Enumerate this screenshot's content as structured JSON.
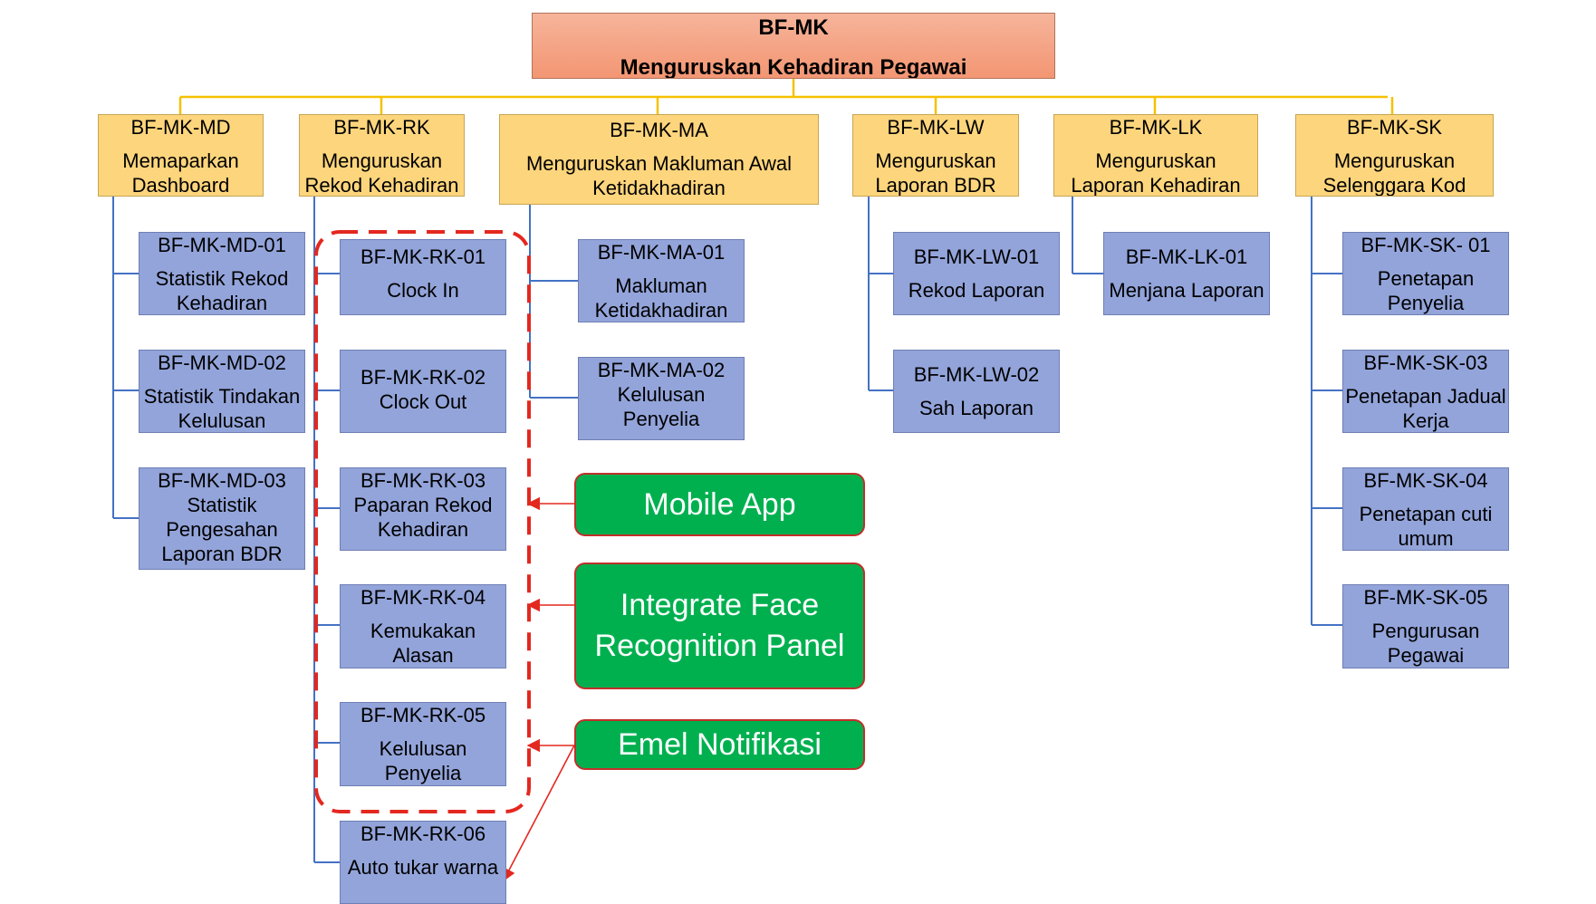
{
  "root": {
    "code": "BF-MK",
    "title": "Menguruskan Kehadiran Pegawai"
  },
  "modules": [
    {
      "code": "BF-MK-MD",
      "lines": [
        "Memaparkan",
        "Dashboard"
      ],
      "children": [
        {
          "code": "BF-MK-MD-01",
          "lines": [
            "Statistik Rekod",
            "Kehadiran"
          ]
        },
        {
          "code": "BF-MK-MD-02",
          "lines": [
            "Statistik Tindakan",
            "Kelulusan"
          ]
        },
        {
          "code": "BF-MK-MD-03",
          "lines": [
            "Statistik",
            "Pengesahan",
            "Laporan BDR"
          ]
        }
      ]
    },
    {
      "code": "BF-MK-RK",
      "lines": [
        "Menguruskan",
        "Rekod Kehadiran"
      ],
      "children": [
        {
          "code": "BF-MK-RK-01",
          "lines": [
            "Clock In"
          ]
        },
        {
          "code": "BF-MK-RK-02",
          "lines": [
            "Clock Out"
          ]
        },
        {
          "code": "BF-MK-RK-03",
          "lines": [
            "Paparan Rekod",
            "Kehadiran"
          ]
        },
        {
          "code": "BF-MK-RK-04",
          "lines": [
            "Kemukakan",
            "Alasan"
          ]
        },
        {
          "code": "BF-MK-RK-05",
          "lines": [
            "Kelulusan",
            "Penyelia"
          ]
        },
        {
          "code": "BF-MK-RK-06",
          "lines": [
            "Auto tukar warna"
          ]
        }
      ]
    },
    {
      "code": "BF-MK-MA",
      "lines": [
        "Menguruskan Makluman Awal",
        "Ketidakhadiran"
      ],
      "children": [
        {
          "code": "BF-MK-MA-01",
          "lines": [
            "Makluman",
            "Ketidakhadiran"
          ]
        },
        {
          "code": "BF-MK-MA-02",
          "lines": [
            "Kelulusan",
            "Penyelia"
          ]
        }
      ]
    },
    {
      "code": "BF-MK-LW",
      "lines": [
        "Menguruskan",
        "Laporan BDR"
      ],
      "children": [
        {
          "code": "BF-MK-LW-01",
          "lines": [
            "Rekod Laporan"
          ]
        },
        {
          "code": "BF-MK-LW-02",
          "lines": [
            "Sah Laporan"
          ]
        }
      ]
    },
    {
      "code": "BF-MK-LK",
      "lines": [
        "Menguruskan",
        "Laporan Kehadiran"
      ],
      "children": [
        {
          "code": "BF-MK-LK-01",
          "lines": [
            "Menjana Laporan"
          ]
        }
      ]
    },
    {
      "code": "BF-MK-SK",
      "lines": [
        "Menguruskan",
        "Selenggara Kod"
      ],
      "children": [
        {
          "code": "BF-MK-SK- 01",
          "lines": [
            "Penetapan",
            "Penyelia"
          ]
        },
        {
          "code": "BF-MK-SK-03",
          "lines": [
            "Penetapan Jadual",
            "Kerja"
          ]
        },
        {
          "code": "BF-MK-SK-04",
          "lines": [
            "Penetapan cuti",
            "umum"
          ]
        },
        {
          "code": "BF-MK-SK-05",
          "lines": [
            "Pengurusan",
            "Pegawai"
          ]
        }
      ]
    }
  ],
  "callouts": [
    {
      "lines": [
        "Mobile App"
      ]
    },
    {
      "lines": [
        "Integrate Face",
        "Recognition Panel"
      ]
    },
    {
      "lines": [
        "Emel Notifikasi"
      ]
    }
  ],
  "colors": {
    "connector": "#4472c4",
    "root_connector": "#f5c100",
    "highlight": "#e3281f"
  }
}
